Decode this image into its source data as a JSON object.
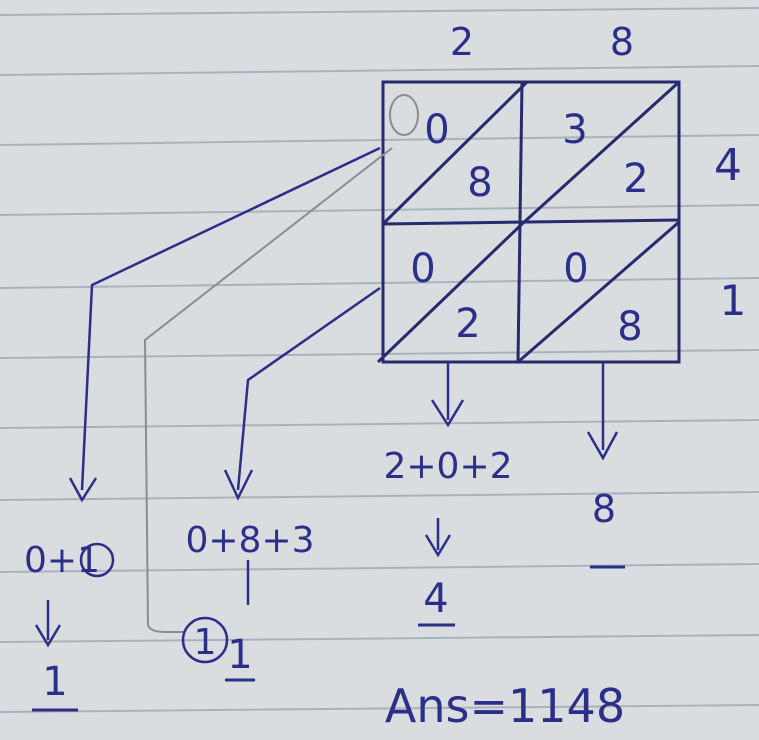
{
  "problem": {
    "multiplicand_digits": [
      "2",
      "8"
    ],
    "multiplier_digits": [
      "4",
      "1"
    ]
  },
  "grid": {
    "cells": [
      {
        "tens": "0",
        "units": "8"
      },
      {
        "tens": "3",
        "units": "2"
      },
      {
        "tens": "0",
        "units": "2"
      },
      {
        "tens": "0",
        "units": "8"
      }
    ]
  },
  "diagonal_sums": [
    {
      "expression": "0+1",
      "circled_carry": "1",
      "result": "1"
    },
    {
      "expression": "0+8+3",
      "circled_carry": "1",
      "result": "1"
    },
    {
      "expression": "2+0+2",
      "result": "4"
    },
    {
      "expression": "8",
      "result": "8"
    }
  ],
  "answer": "Ans=1148",
  "colors": {
    "ink": "#2c2f8a",
    "paper": "#d9dde0",
    "rule_line": "#9ea8b3",
    "pencil": "#8c8c8c"
  }
}
